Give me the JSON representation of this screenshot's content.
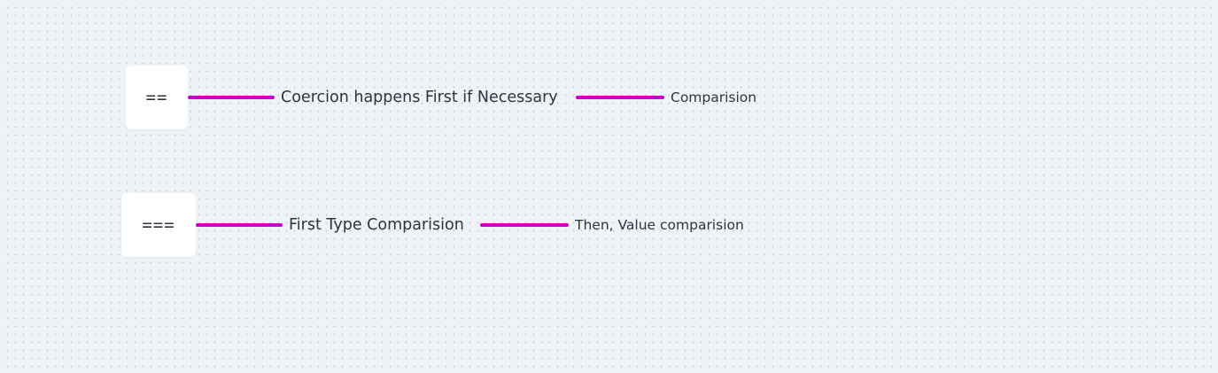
{
  "diagram": {
    "rows": [
      {
        "operator": "==",
        "description": "Coercion happens First if Necessary",
        "detail": "Comparision"
      },
      {
        "operator": "===",
        "description": "First Type Comparision",
        "detail": "Then, Value comparision"
      }
    ],
    "connector_color": "#cc00cc",
    "background_color": "#f0f3f6"
  }
}
